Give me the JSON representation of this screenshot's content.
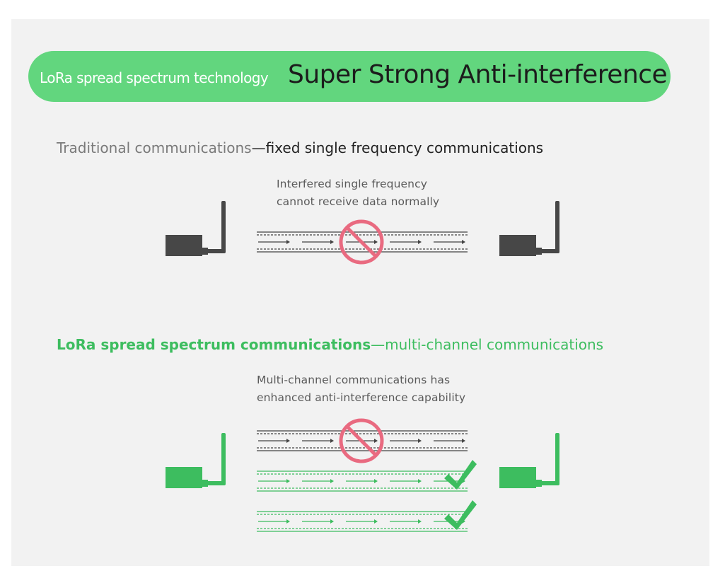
{
  "banner": {
    "subtitle": "LoRa spread spectrum technology",
    "title": "Super Strong Anti-interference",
    "color": "#62d67e"
  },
  "traditional": {
    "heading_main": "Traditional communications",
    "heading_sep": "—",
    "heading_detail": "fixed single frequency communications",
    "note_line1": "Interfered single frequency",
    "note_line2": "cannot receive data normally",
    "device_color": "#474747",
    "channels": [
      {
        "status": "blocked"
      }
    ]
  },
  "lora": {
    "heading_main": "LoRa spread spectrum communications",
    "heading_sep": "—",
    "heading_detail": "multi-channel communications",
    "note_line1": "Multi-channel communications has",
    "note_line2": "enhanced anti-interference capability",
    "device_color": "#3dbd5f",
    "channels": [
      {
        "status": "blocked"
      },
      {
        "status": "ok"
      },
      {
        "status": "ok"
      }
    ]
  },
  "icons": {
    "blocked": "prohibited-icon",
    "ok": "checkmark-icon",
    "device": "radio-transmitter-icon"
  },
  "colors": {
    "blocked": "#e96a80",
    "ok": "#3dbd5f",
    "lane_dark": "#444444",
    "lane_green": "#3dbd5f"
  }
}
